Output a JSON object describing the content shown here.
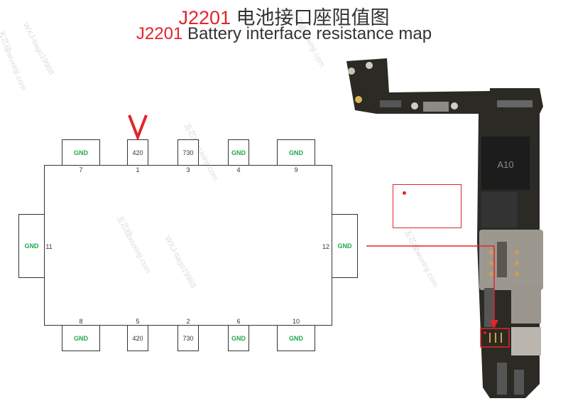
{
  "title": {
    "line1_ref": "J2201",
    "line1_text": "电池接口座阻值图",
    "line2_ref": "J2201",
    "line2_text": "Battery interface resistance map"
  },
  "watermarks": {
    "site": "五芯级wuxinji.com",
    "wx": "WXJ-tiago19988"
  },
  "marker": {
    "symbol": "V",
    "target_pin": "1"
  },
  "connector": {
    "top_pins": [
      {
        "pin": "7",
        "value": "GND",
        "type": "gnd"
      },
      {
        "pin": "1",
        "value": "420",
        "type": "val"
      },
      {
        "pin": "3",
        "value": "730",
        "type": "val"
      },
      {
        "pin": "4",
        "value": "GND",
        "type": "gnd"
      },
      {
        "pin": "9",
        "value": "GND",
        "type": "gnd"
      }
    ],
    "bottom_pins": [
      {
        "pin": "8",
        "value": "GND",
        "type": "gnd"
      },
      {
        "pin": "5",
        "value": "420",
        "type": "val"
      },
      {
        "pin": "2",
        "value": "730",
        "type": "val"
      },
      {
        "pin": "6",
        "value": "GND",
        "type": "gnd"
      },
      {
        "pin": "10",
        "value": "GND",
        "type": "gnd"
      }
    ],
    "left_pin": {
      "pin": "11",
      "value": "GND",
      "type": "gnd"
    },
    "right_pin": {
      "pin": "12",
      "value": "GND",
      "type": "gnd"
    }
  },
  "board": {
    "chip_label": "A10"
  },
  "colors": {
    "accent_red": "#e3242b",
    "gnd_green": "#1fa84f",
    "line": "#333333"
  }
}
